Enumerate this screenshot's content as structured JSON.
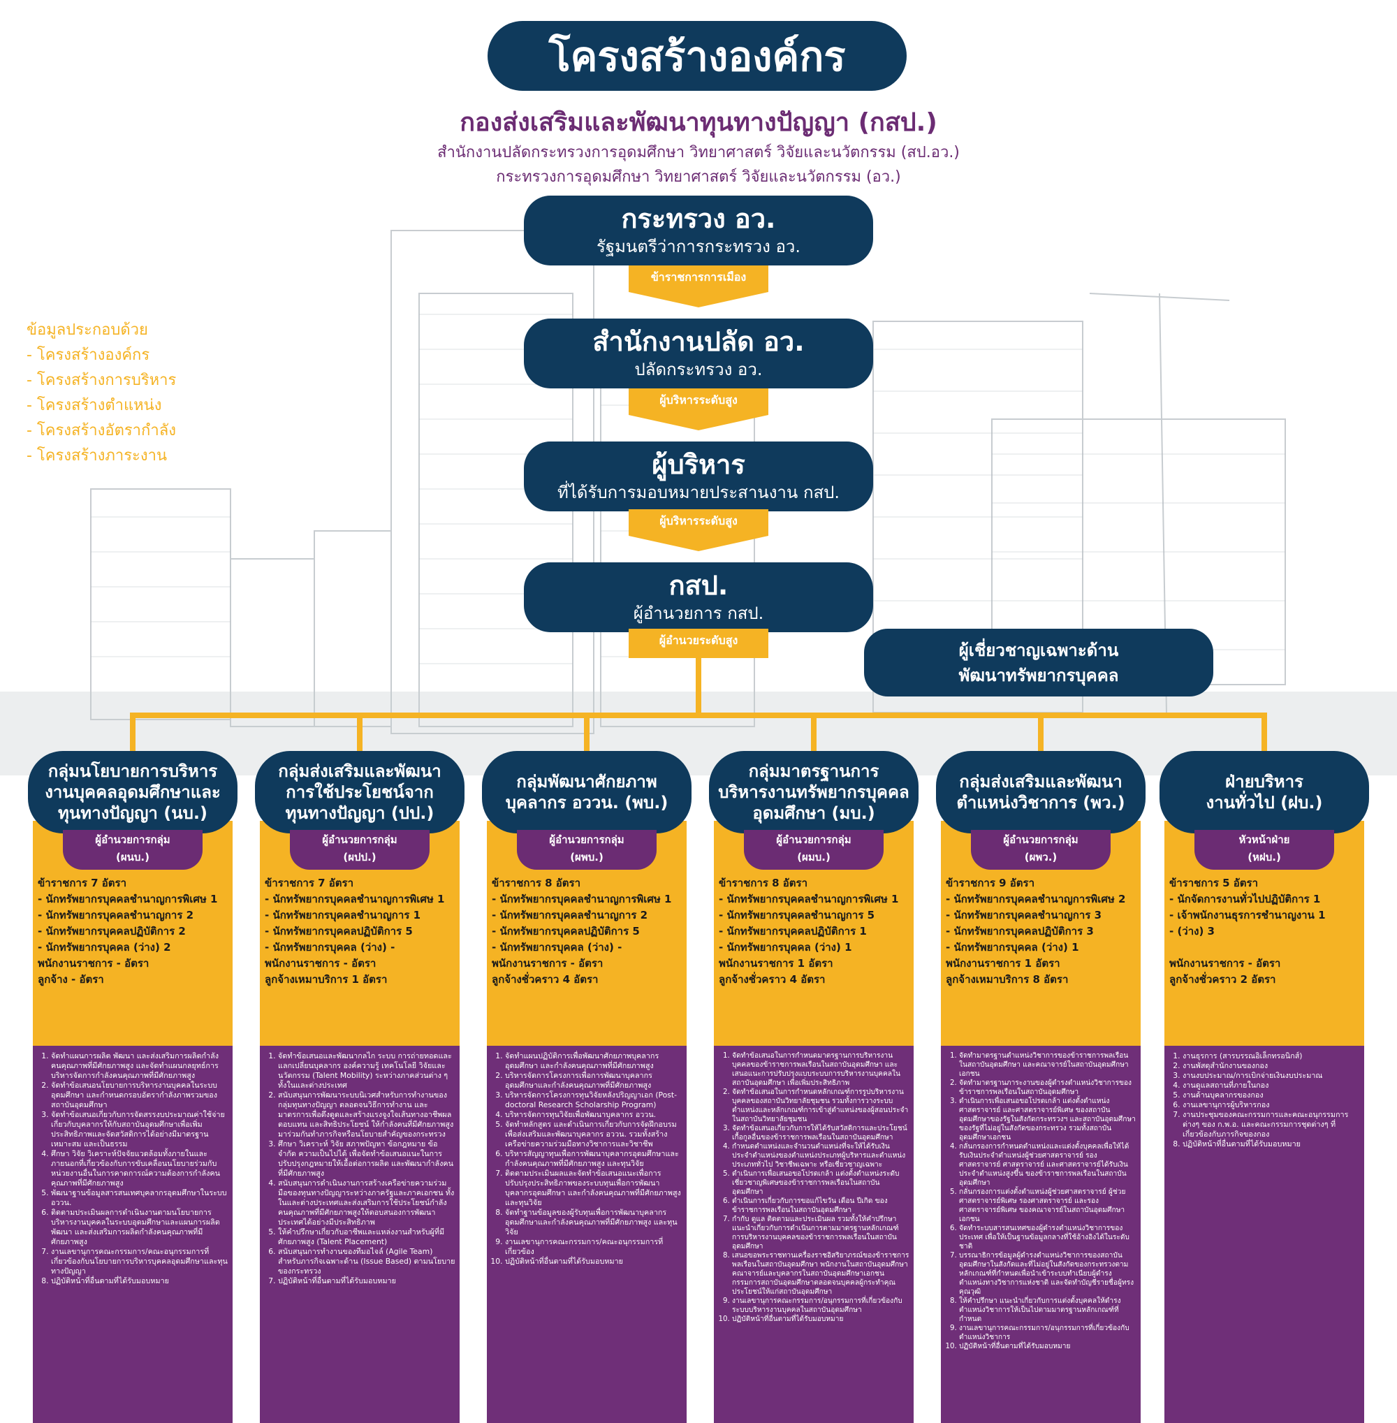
{
  "header": {
    "title": "โครงสร้างองค์กร",
    "subtitle": "กองส่งเสริมและพัฒนาทุนทางปัญญา (กสป.)",
    "org_line1": "สำนักงานปลัดกระทรวงการอุดมศึกษา วิทยาศาสตร์ วิจัยและนวัตกรรม (สป.อว.)",
    "org_line2": "กระทรวงการอุดมศึกษา วิทยาศาสตร์ วิจัยและนวัตกรรม (อว.)"
  },
  "info": {
    "heading": "ข้อมูลประกอบด้วย",
    "items": [
      "- โครงสร้างองค์กร",
      "- โครงสร้างการบริหาร",
      "- โครงสร้างตำแหน่ง",
      "- โครงสร้างอัตรากำลัง",
      "- โครงสร้างภาระงาน"
    ]
  },
  "hierarchy": [
    {
      "title": "กระทรวง อว.",
      "sub": "รัฐมนตรีว่าการกระทรวง อว.",
      "tag": "ข้าราชการการเมือง"
    },
    {
      "title": "สำนักงานปลัด อว.",
      "sub": "ปลัดกระทรวง อว.",
      "tag": "ผู้บริหารระดับสูง"
    },
    {
      "title": "ผู้บริหาร",
      "sub": "ที่ได้รับการมอบหมายประสานงาน กสป.",
      "tag": "ผู้บริหารระดับสูง"
    },
    {
      "title": "กสป.",
      "sub": "ผู้อำนวยการ กสป.",
      "tag": "ผู้อำนวยระดับสูง"
    }
  ],
  "expert": {
    "line1": "ผู้เชี่ยวชาญเฉพาะด้าน",
    "line2": "พัฒนาทรัพยากรบุคคล"
  },
  "groups": [
    {
      "name": [
        "กลุ่มนโยบายการบริหาร",
        "งานบุคคลอุดมศึกษาและ",
        "ทุนทางปัญญา (นบ.)"
      ],
      "head": [
        "ผู้อำนวยการกลุ่ม",
        "(ผนบ.)"
      ],
      "staff": [
        "ข้าราชการ 7 อัตรา",
        "- นักทรัพยากรบุคคลชำนาญการพิเศษ 1",
        "- นักทรัพยากรบุคคลชำนาญการ 2",
        "- นักทรัพยากรบุคคลปฏิบัติการ 2",
        "- นักทรัพยากรบุคคล (ว่าง) 2",
        "พนักงานราชการ - อัตรา",
        "ลูกจ้าง - อัตรา"
      ],
      "duties": [
        "จัดทำแผนการผลิต พัฒนา และส่งเสริมการผลิตกำลังคนคุณภาพที่มีศักยภาพสูง และจัดทำแผนกลยุทธ์การบริหารจัดการกำลังคนคุณภาพที่มีศักยภาพสูง",
        "จัดทำข้อเสนอนโยบายการบริหารงานบุคคลในระบบอุดมศึกษา และกำหนดกรอบอัตรากำลังภาพรวมของสถาบันอุดมศึกษา",
        "จัดทำข้อเสนอเกี่ยวกับการจัดสรรงบประมาณค่าใช้จ่ายเกี่ยวกับบุคลากรให้กับสถาบันอุดมศึกษาเพื่อเพิ่มประสิทธิภาพและจัดสวัสดิการได้อย่างมีมาตรฐานเหมาะสม และเป็นธรรม",
        "ศึกษา วิจัย วิเคราะห์ปัจจัยแวดล้อมทั้งภายในและภายนอกที่เกี่ยวข้องกับการขับเคลื่อนนโยบายร่วมกับหน่วยงานอื่นในการคาดการณ์ความต้องการกำลังคนคุณภาพที่มีศักยภาพสูง",
        "พัฒนาฐานข้อมูลสารสนเทศบุคลากรอุดมศึกษาในระบบ อววน.",
        "ติดตามประเมินผลการดำเนินงานตามนโยบายการบริหารงานบุคคลในระบบอุดมศึกษาและแผนการผลิต พัฒนา และส่งเสริมการผลิตกำลังคนคุณภาพที่มีศักยภาพสูง",
        "งานเลขานุการคณะกรรมการ/คณะอนุกรรมการที่เกี่ยวข้องกับนโยบายการบริหารบุคคลอุดมศึกษาและทุนทางปัญญา",
        "ปฏิบัติหน้าที่อื่นตามที่ได้รับมอบหมาย"
      ]
    },
    {
      "name": [
        "กลุ่มส่งเสริมและพัฒนา",
        "การใช้ประโยชน์จาก",
        "ทุนทางปัญญา (ปป.)"
      ],
      "head": [
        "ผู้อำนวยการกลุ่ม",
        "(ผปป.)"
      ],
      "staff": [
        "ข้าราชการ 7 อัตรา",
        "- นักทรัพยากรบุคคลชำนาญการพิเศษ 1",
        "- นักทรัพยากรบุคคลชำนาญการ 1",
        "- นักทรัพยากรบุคคลปฏิบัติการ 5",
        "- นักทรัพยากรบุคคล (ว่าง) -",
        "พนักงานราชการ - อัตรา",
        "ลูกจ้างเหมาบริการ 1 อัตรา"
      ],
      "duties": [
        "จัดทำข้อเสนอและพัฒนากลไก ระบบ การถ่ายทอดและแลกเปลี่ยนบุคลากร องค์ความรู้ เทคโนโลยี วิจัยและนวัตกรรม (Talent Mobility) ระหว่างภาคส่วนต่าง ๆ ทั้งในและต่างประเทศ",
        "สนับสนุนการพัฒนาระบบนิเวศสำหรับการทำงานของกลุ่มทุนทางปัญญา ตลอดจนวิธีการทำงาน และมาตรการเพื่อดึงดูดและสร้างแรงจูงใจเส้นทางอาชีพผลตอบแทน และสิทธิประโยชน์ ให้กำลังคนที่มีศักยภาพสูงมาร่วมกันทำภารกิจหรือนโยบายสำคัญของกระทรวง",
        "ศึกษา วิเคราะห์ วิจัย สภาพปัญหา ข้อกฎหมาย ข้อจำกัด ความเป็นไปได้ เพื่อจัดทำข้อเสนอแนะในการปรับปรุงกฎหมายให้เอื้อต่อการผลิต และพัฒนากำลังคนที่มีศักยภาพสูง",
        "สนับสนุนการดำเนินงานการสร้างเครือข่ายความร่วมมือของทุนทางปัญญาระหว่างภาครัฐและภาคเอกชน ทั้งในและต่างประเทศและส่งเสริมการใช้ประโยชน์กำลังคนคุณภาพที่มีศักยภาพสูงให้ตอบสนองการพัฒนาประเทศได้อย่างมีประสิทธิภาพ",
        "ให้คำปรึกษาเกี่ยวกับอาชีพและแหล่งงานสำหรับผู้ที่มีศักยภาพสูง (Talent Placement)",
        "สนับสนุนการทำงานของทีมอไจล์ (Agile Team) สำหรับภารกิจเฉพาะด้าน (Issue Based) ตามนโยบายของกระทรวง",
        "ปฏิบัติหน้าที่อื่นตามที่ได้รับมอบหมาย"
      ]
    },
    {
      "name": [
        "กลุ่มพัฒนาศักยภาพ",
        "บุคลากร อววน. (พบ.)"
      ],
      "head": [
        "ผู้อำนวยการกลุ่ม",
        "(ผพบ.)"
      ],
      "staff": [
        "ข้าราชการ 8 อัตรา",
        "- นักทรัพยากรบุคคลชำนาญการพิเศษ 1",
        "- นักทรัพยากรบุคคลชำนาญการ 2",
        "- นักทรัพยากรบุคคลปฏิบัติการ 5",
        "- นักทรัพยากรบุคคล (ว่าง) -",
        "พนักงานราชการ - อัตรา",
        "ลูกจ้างชั่วคราว 4 อัตรา"
      ],
      "duties": [
        "จัดทำแผนปฏิบัติการเพื่อพัฒนาศักยภาพบุคลากรอุดมศึกษา และกำลังคนคุณภาพที่มีศักยภาพสูง",
        "บริหารจัดการโครงการเพื่อการพัฒนาบุคลากรอุดมศึกษาและกำลังคนคุณภาพที่มีศักยภาพสูง",
        "บริหารจัดการโครงการทุนวิจัยหลังปริญญาเอก (Post-doctoral Research Scholarship Program)",
        "บริหารจัดการทุนวิจัยเพื่อพัฒนาบุคลากร อววน.",
        "จัดทำหลักสูตร และดำเนินการเกี่ยวกับการจัดฝึกอบรม เพื่อส่งเสริมและพัฒนาบุคลากร อววน. รวมทั้งสร้างเครือข่ายความร่วมมือทางวิชาการและวิชาชีพ",
        "บริหารสัญญาทุนเพื่อการพัฒนาบุคลากรอุดมศึกษาและกำลังคนคุณภาพที่มีศักยภาพสูง และทุนวิจัย",
        "ติดตามประเมินผลและจัดทำข้อเสนอแนะเพื่อการปรับปรุงประสิทธิภาพของระบบทุนเพื่อการพัฒนาบุคลากรอุดมศึกษา และกำลังคนคุณภาพที่มีศักยภาพสูง และทุนวิจัย",
        "จัดทำฐานข้อมูลของผู้รับทุนเพื่อการพัฒนาบุคลากรอุดมศึกษาและกำลังคนคุณภาพที่มีศักยภาพสูง และทุนวิจัย",
        "งานเลขานุการคณะกรรมการ/คณะอนุกรรมการที่เกี่ยวข้อง",
        "ปฏิบัติหน้าที่อื่นตามที่ได้รับมอบหมาย"
      ]
    },
    {
      "name": [
        "กลุ่มมาตรฐานการ",
        "บริหารงานทรัพยากรบุคคล",
        "อุดมศึกษา (มบ.)"
      ],
      "head": [
        "ผู้อำนวยการกลุ่ม",
        "(ผมบ.)"
      ],
      "staff": [
        "ข้าราชการ 8 อัตรา",
        "- นักทรัพยากรบุคคลชำนาญการพิเศษ 1",
        "- นักทรัพยากรบุคคลชำนาญการ 5",
        "- นักทรัพยากรบุคคลปฏิบัติการ 1",
        "- นักทรัพยากรบุคคล (ว่าง) 1",
        "พนักงานราชการ 1 อัตรา",
        "ลูกจ้างชั่วคราว 4 อัตรา"
      ],
      "duties": [
        "จัดทำข้อเสนอในการกำหนดมาตรฐานการบริหารงานบุคคลของข้าราชการพลเรือนในสถาบันอุดมศึกษา และเสนอแนะการปรับปรุงแบบระบบการบริหารงานบุคคลในสถาบันอุดมศึกษา เพื่อเพิ่มประสิทธิภาพ",
        "จัดทำข้อเสนอในการกำหนดหลักเกณฑ์การรูปบริหารงานบุคคลของสถาบันวิทยาลัยชุมชน รวมทั้งการวางระบบตำแหน่งและหลักเกณฑ์การเข้าสู่ตำแหน่งของผู้สอนประจำในสถาบันวิทยาลัยชุมชน",
        "จัดทำข้อเสนอเกี่ยวกับการให้ได้รับสวัสดิการและประโยชน์เกื้อกูลอื่นของข้าราชการพลเรือนในสถาบันอุดมศึกษา",
        "กำหนดตำแหน่งและจำนวนตำแหน่งที่จะให้ได้รับเงินประจำตำแหน่งของตำแหน่งประเภทผู้บริหารและตำแหน่งประเภททั่วไป วิชาชีพเฉพาะ หรือเชี่ยวชาญเฉพาะ",
        "ดำเนินการเพื่อเสนอขอโปรดเกล้า แต่งตั้งตำแหน่งระดับเชี่ยวชาญพิเศษของข้าราชการพลเรือนในสถาบันอุดมศึกษา",
        "ดำเนินการเกี่ยวกับการขอแก้ไขวัน เดือน ปีเกิด ของข้าราชการพลเรือนในสถาบันอุดมศึกษา",
        "กำกับ ดูแล ติดตามและประเมินผล รวมทั้งให้คำปรึกษา แนะนำเกี่ยวกับการดำเนินการตามมาตรฐานหลักเกณฑ์การบริหารงานบุคคลของข้าราชการพลเรือนในสถาบันอุดมศึกษา",
        "เสนอขอพระราชทานเครื่องราชอิสริยาภรณ์ของข้าราชการพลเรือนในสถาบันอุดมศึกษา พนักงานในสถาบันอุดมศึกษา คณาจารย์และบุคลากรในสถาบันอุดมศึกษาเอกชน กรรมการสถาบันอุดมศึกษาตลอดจนบุคคลผู้กระทำคุณประโยชน์ให้แก่สถาบันอุดมศึกษา",
        "งานเลขานุการคณะกรรมการ/อนุกรรมการที่เกี่ยวข้องกับระบบบริหารงานบุคคลในสถาบันอุดมศึกษา",
        "ปฏิบัติหน้าที่อื่นตามที่ได้รับมอบหมาย"
      ]
    },
    {
      "name": [
        "กลุ่มส่งเสริมและพัฒนา",
        "ตำแหน่งวิชาการ (พว.)"
      ],
      "head": [
        "ผู้อำนวยการกลุ่ม",
        "(ผพว.)"
      ],
      "staff": [
        "ข้าราชการ 9 อัตรา",
        "- นักทรัพยากรบุคคลชำนาญการพิเศษ 2",
        "- นักทรัพยากรบุคคลชำนาญการ 3",
        "- นักทรัพยากรบุคคลปฏิบัติการ 3",
        "- นักทรัพยากรบุคคล (ว่าง) 1",
        "พนักงานราชการ 1 อัตรา",
        "ลูกจ้างเหมาบริการ 8 อัตรา"
      ],
      "duties": [
        "จัดทำมาตรฐานตำแหน่งวิชาการของข้าราชการพลเรือนในสถาบันอุดมศึกษา และคณาจารย์ในสถาบันอุดมศึกษาเอกชน",
        "จัดทำมาตรฐานภาระงานของผู้ดำรงตำแหน่งวิชาการของข้าราชการพลเรือนในสถาบันอุดมศึกษา",
        "ดำเนินการเพื่อเสนอขอโปรดเกล้า แต่งตั้งตำแหน่งศาสตราจารย์ และศาสตราจารย์พิเศษ ของสถาบันอุดมศึกษาของรัฐในสังกัดกระทรวงฯ และสถาบันอุดมศึกษาของรัฐที่ไม่อยู่ในสังกัดของกระทรวง รวมทั้งสถาบันอุดมศึกษาเอกชน",
        "กลั่นกรองการกำหนดตำแหน่งและแต่งตั้งบุคคลเพื่อให้ได้รับเงินประจำตำแหน่งผู้ช่วยศาสตราจารย์ รองศาสตราจารย์ ศาสตราจารย์ และศาสตราจารย์ได้รับเงินประจำตำแหน่งสูงขึ้น ของข้าราชการพลเรือนในสถาบันอุดมศึกษา",
        "กลั่นกรองการแต่งตั้งตำแหน่งผู้ช่วยศาสตราจารย์ ผู้ช่วยศาสตราจารย์พิเศษ รองศาสตราจารย์ และรองศาสตราจารย์พิเศษ ของคณาจารย์ในสถาบันอุดมศึกษาเอกชน",
        "จัดทำระบบสารสนเทศของผู้ดำรงตำแหน่งวิชาการของประเทศ เพื่อให้เป็นฐานข้อมูลกลางที่ใช้อ้างอิงได้ในระดับชาติ",
        "บรรณาธิการข้อมูลผู้ดำรงตำแหน่งวิชาการของสถาบันอุดมศึกษาในสังกัดและที่ไม่อยู่ในสังกัดของกระทรวงตามหลักเกณฑ์ที่กำหนดเพื่อนำเข้าระบบทำเนียบผู้ดำรงตำแหน่งทางวิชาการแห่งชาติ และจัดทำบัญชีรายชื่อผู้ทรงคุณวุฒิ",
        "ให้คำปรึกษา แนะนำเกี่ยวกับการแต่งตั้งบุคคลให้ดำรงตำแหน่งวิชาการให้เป็นไปตามมาตรฐานหลักเกณฑ์ที่กำหนด",
        "งานเลขานุการคณะกรรมการ/อนุกรรมการที่เกี่ยวข้องกับตำแหน่งวิชาการ",
        "ปฏิบัติหน้าที่อื่นตามที่ได้รับมอบหมาย"
      ]
    },
    {
      "name": [
        "ฝ่ายบริหาร",
        "งานทั่วไป (ฝบ.)"
      ],
      "head": [
        "หัวหน้าฝ่าย",
        "(หฝบ.)"
      ],
      "staff": [
        "ข้าราชการ 5 อัตรา",
        "- นักจัดการงานทั่วไปปฏิบัติการ 1",
        "- เจ้าพนักงานธุรการชำนาญงาน 1",
        "- (ว่าง) 3",
        "",
        "พนักงานราชการ - อัตรา",
        "ลูกจ้างชั่วคราว 2 อัตรา"
      ],
      "duties": [
        "งานธุรการ (สารบรรณอิเล็กทรอนิกส์)",
        "งานพัสดุสำนักงานของกอง",
        "งานงบประมาณ/การเบิกจ่ายเงินงบประมาณ",
        "งานดูแลสถานที่ภายในกอง",
        "งานด้านบุคลากรของกอง",
        "งานเลขานุการผู้บริหารกอง",
        "งานประชุมของคณะกรรมการและคณะอนุกรรมการต่างๆ ของ ก.พ.อ. และคณะกรรมการชุดต่างๆ ที่เกี่ยวข้องกับภารกิจของกอง",
        "ปฏิบัติหน้าที่อื่นตามที่ได้รับมอบหมาย"
      ]
    }
  ]
}
